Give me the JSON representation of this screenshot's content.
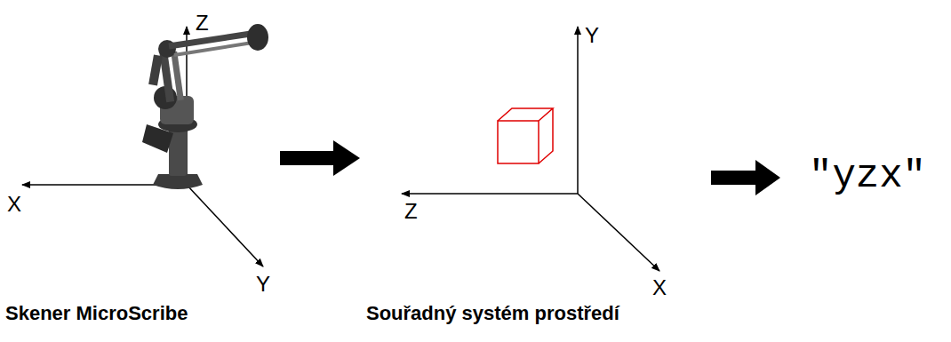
{
  "diagram": {
    "labels": [
      "Z",
      "X",
      "Y",
      "Skener MicroScribe",
      "Y",
      "Z",
      "X",
      "Souřadný systém prostředí",
      "\"yzx\""
    ]
  }
}
